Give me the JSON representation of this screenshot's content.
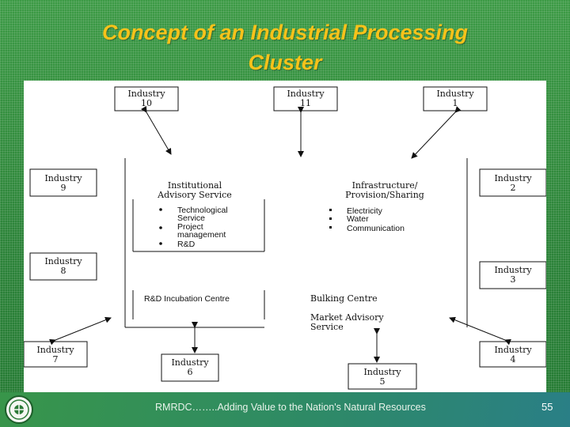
{
  "slide": {
    "title_line1": "Concept of an Industrial Processing",
    "title_line2": "Cluster",
    "footer_text": "RMRDC……..Adding Value to the Nation's Natural Resources",
    "page_number": "55"
  },
  "diagram": {
    "industries": {
      "i10": {
        "word": "Industry",
        "num": "10"
      },
      "i11": {
        "word": "Industry",
        "num": "11"
      },
      "i1": {
        "word": "Industry",
        "num": "1"
      },
      "i9": {
        "word": "Industry",
        "num": "9"
      },
      "i2": {
        "word": "Industry",
        "num": "2"
      },
      "i8": {
        "word": "Industry",
        "num": "8"
      },
      "i3": {
        "word": "Industry",
        "num": "3"
      },
      "i7": {
        "word": "Industry",
        "num": "7"
      },
      "i6": {
        "word": "Industry",
        "num": "6"
      },
      "i5": {
        "word": "Industry",
        "num": "5"
      },
      "i4": {
        "word": "Industry",
        "num": "4"
      }
    },
    "institutional": {
      "title_line1": "Institutional",
      "title_line2": "Advisory Service",
      "bullets": [
        "Technological",
        "Service",
        "Project",
        "management",
        "R&D"
      ]
    },
    "infrastructure": {
      "title_line1": "Infrastructure/",
      "title_line2": "Provision/Sharing",
      "bullets": [
        "Electricity",
        "Water",
        "Communication"
      ]
    },
    "rd_incubation": "R&D Incubation Centre",
    "bulking_centre": "Bulking Centre",
    "market_advisory_line1": "Market Advisory",
    "market_advisory_line2": "Service"
  },
  "colors": {
    "title": "#f7c21a",
    "background": "#2f8a3a",
    "panel": "#ffffff"
  }
}
